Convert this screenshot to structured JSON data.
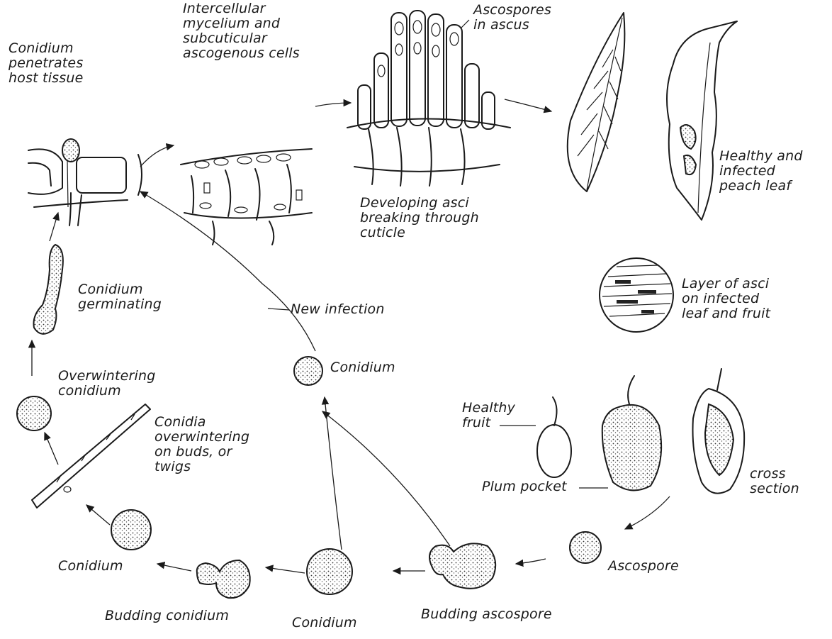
{
  "labels": {
    "conidium_penetrates": "Conidium\npenetrates\nhost tissue",
    "intercellular": "Intercellular\nmycelium and\nsubcuticular\nascogenous cells",
    "ascospores_in_ascus": "Ascospores\nin ascus",
    "developing_asci": "Developing asci\nbreaking through\ncuticle",
    "healthy_infected_leaf": "Healthy and\ninfected\npeach leaf",
    "layer_of_asci": "Layer of asci\non infected\nleaf and fruit",
    "conidium_germinating": "Conidium\ngerminating",
    "new_infection": "New infection",
    "conidium_top": "Conidium",
    "overwintering_conidium": "Overwintering\nconidium",
    "conidia_overwintering": "Conidia\noverwintering\non buds, or\ntwigs",
    "healthy_fruit": "Healthy\nfruit",
    "plum_pocket": "Plum pocket",
    "cross_section": "cross\nsection",
    "ascospore": "Ascospore",
    "conidium_left": "Conidium",
    "budding_conidium": "Budding conidium",
    "conidium_bottom": "Conidium",
    "budding_ascospore": "Budding ascospore"
  },
  "colors": {
    "ink": "#1a1a1a",
    "background": "#ffffff"
  }
}
